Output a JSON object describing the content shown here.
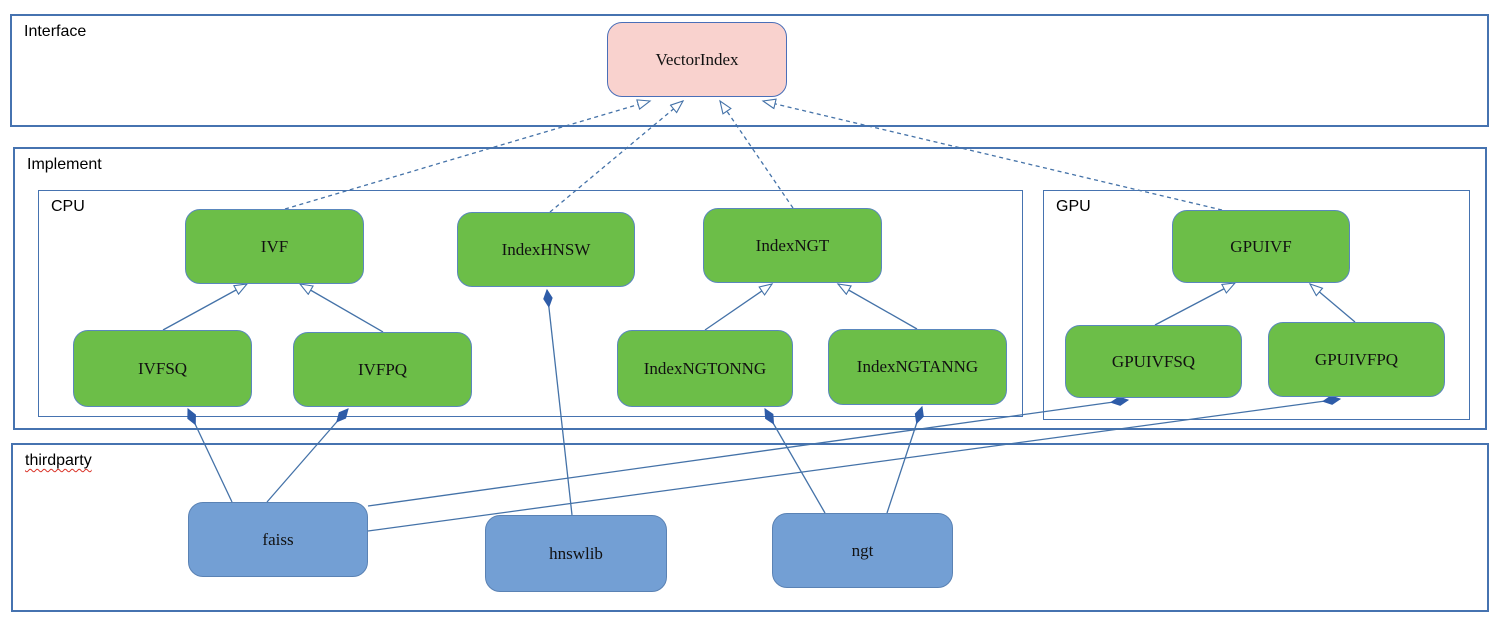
{
  "diagram": {
    "sections": {
      "interface": {
        "label": "Interface"
      },
      "implement": {
        "label": "Implement"
      },
      "cpu": {
        "label": "CPU"
      },
      "gpu": {
        "label": "GPU"
      },
      "thirdparty": {
        "label": "thirdparty"
      }
    },
    "nodes": {
      "vectorindex": {
        "label": "VectorIndex"
      },
      "ivf": {
        "label": "IVF"
      },
      "indexhnsw": {
        "label": "IndexHNSW"
      },
      "indexngt": {
        "label": "IndexNGT"
      },
      "ivfsq": {
        "label": "IVFSQ"
      },
      "ivfpq": {
        "label": "IVFPQ"
      },
      "indexngtonng": {
        "label": "IndexNGTONNG"
      },
      "indexngtanng": {
        "label": "IndexNGTANNG"
      },
      "gpuivf": {
        "label": "GPUIVF"
      },
      "gpuivfsq": {
        "label": "GPUIVFSQ"
      },
      "gpuivfpq": {
        "label": "GPUIVFPQ"
      },
      "faiss": {
        "label": "faiss"
      },
      "hnswlib": {
        "label": "hnswlib"
      },
      "ngt": {
        "label": "ngt"
      }
    },
    "edges": [
      {
        "from": "IVF",
        "to": "VectorIndex",
        "type": "realization"
      },
      {
        "from": "IndexHNSW",
        "to": "VectorIndex",
        "type": "realization"
      },
      {
        "from": "IndexNGT",
        "to": "VectorIndex",
        "type": "realization"
      },
      {
        "from": "GPUIVF",
        "to": "VectorIndex",
        "type": "realization"
      },
      {
        "from": "IVFSQ",
        "to": "IVF",
        "type": "generalization"
      },
      {
        "from": "IVFPQ",
        "to": "IVF",
        "type": "generalization"
      },
      {
        "from": "IndexNGTONNG",
        "to": "IndexNGT",
        "type": "generalization"
      },
      {
        "from": "IndexNGTANNG",
        "to": "IndexNGT",
        "type": "generalization"
      },
      {
        "from": "GPUIVFSQ",
        "to": "GPUIVF",
        "type": "generalization"
      },
      {
        "from": "GPUIVFPQ",
        "to": "GPUIVF",
        "type": "generalization"
      },
      {
        "from": "faiss",
        "to": "IVFSQ",
        "type": "composition"
      },
      {
        "from": "faiss",
        "to": "IVFPQ",
        "type": "composition"
      },
      {
        "from": "faiss",
        "to": "GPUIVFSQ",
        "type": "composition"
      },
      {
        "from": "faiss",
        "to": "GPUIVFPQ",
        "type": "composition"
      },
      {
        "from": "hnswlib",
        "to": "IndexHNSW",
        "type": "composition"
      },
      {
        "from": "ngt",
        "to": "IndexNGTONNG",
        "type": "composition"
      },
      {
        "from": "ngt",
        "to": "IndexNGTANNG",
        "type": "composition"
      }
    ],
    "colors": {
      "pink_node_fill": "#f9d2ce",
      "green_node_fill": "#6cbe48",
      "blue_node_fill": "#739fd4",
      "section_border": "#4673b0",
      "edge_line": "#4472a8",
      "diamond_fill": "#2e5ca8",
      "spellcheck_underline": "#d93025"
    }
  }
}
